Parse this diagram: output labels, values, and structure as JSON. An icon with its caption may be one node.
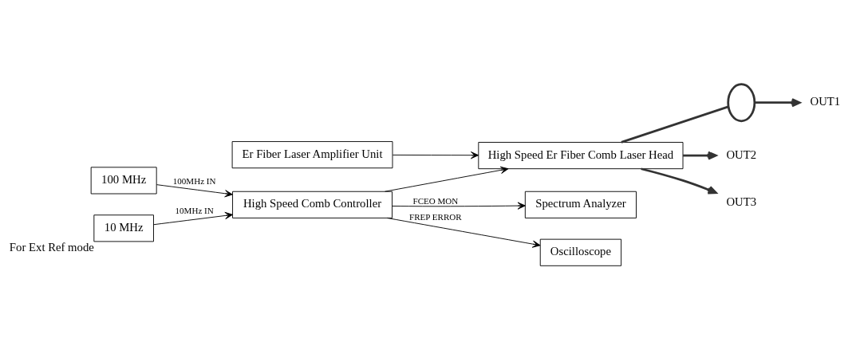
{
  "diagram": {
    "nodes": [
      {
        "text": [
          "100 MHz"
        ]
      },
      {
        "text": [
          "10 MHz"
        ],
        "beside": [
          "For Ext Ref mode"
        ]
      },
      {
        "text": [
          "High Speed Comb Controller"
        ]
      },
      {
        "text": [
          "High Speed Er Fiber Comb Laser Head"
        ]
      },
      {
        "text": [
          "Spectrum Analyzer"
        ]
      },
      {
        "text": [
          "Oscilloscope"
        ]
      },
      {
        "text": [
          "Er Fiber Laser Amplifier Unit"
        ]
      },
      {
        "text": [],
        "shape": "circle"
      },
      {
        "text": [
          "OUT1"
        ]
      },
      {
        "text": [
          "OUT2"
        ]
      },
      {
        "text": [
          "OUT3"
        ]
      }
    ],
    "edges": [
      {
        "from": 0,
        "to": 2,
        "arrow": "to",
        "label": "100MHz IN"
      },
      {
        "from": 1,
        "to": 2,
        "arrow": "to",
        "label": "10MHz IN"
      },
      {
        "from": 2,
        "to": 3,
        "arrow": "to"
      },
      {
        "from": 2,
        "to": 4,
        "arrow": "to",
        "label": "FCEO MON"
      },
      {
        "from": 2,
        "to": 5,
        "arrow": "to",
        "label": "FREP ERROR"
      },
      {
        "from": 6,
        "to": 3,
        "arrow": "to"
      },
      {
        "from": 3,
        "to": 7,
        "arrow": "none",
        "style": "thick"
      },
      {
        "from": 7,
        "to": 8,
        "arrow": "to",
        "style": "thick"
      },
      {
        "from": 3,
        "to": 9,
        "arrow": "to",
        "style": "thick"
      },
      {
        "from": 3,
        "to": 10,
        "arrow": "to",
        "style": "thick"
      }
    ]
  }
}
